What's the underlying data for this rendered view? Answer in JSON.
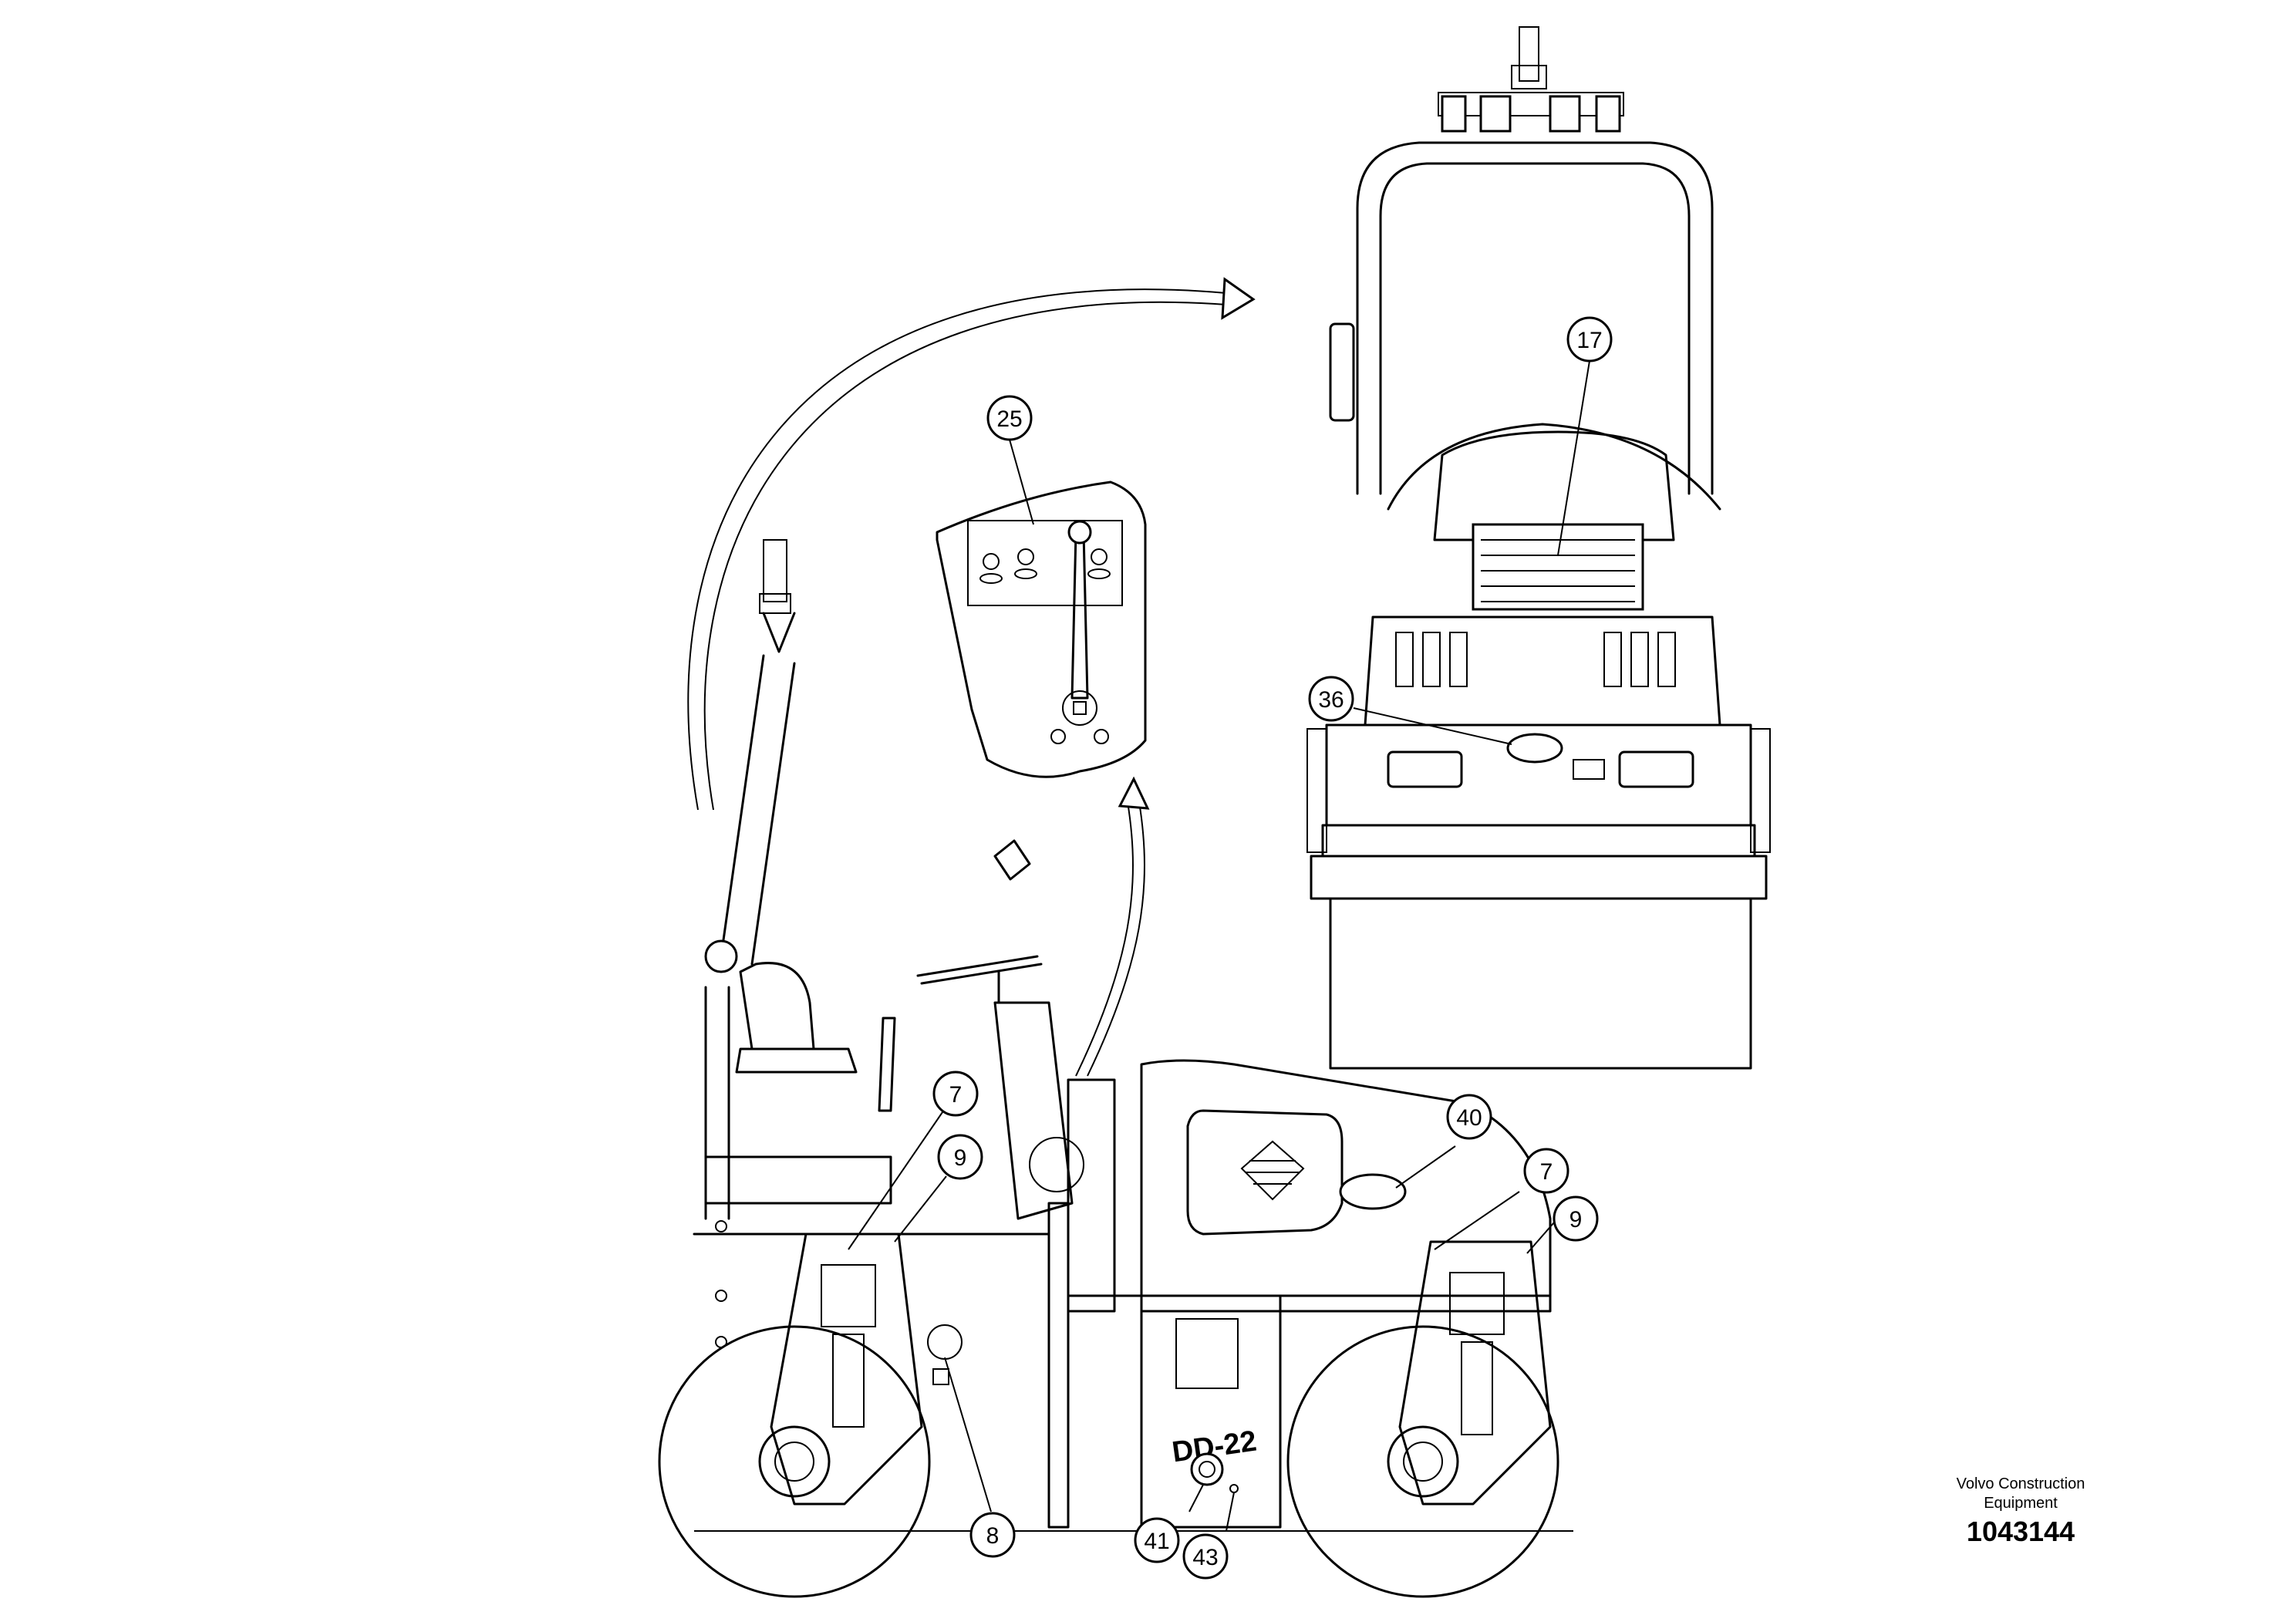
{
  "callouts": {
    "c17": "17",
    "c25": "25",
    "c36": "36",
    "c7a": "7",
    "c9a": "9",
    "c40": "40",
    "c7b": "7",
    "c9b": "9",
    "c8": "8",
    "c41": "41",
    "c43": "43"
  },
  "machine": {
    "model_decal": "DD-22"
  },
  "footer": {
    "brand_line1": "Volvo Construction",
    "brand_line2": "Equipment",
    "drawing_number": "1043144"
  }
}
